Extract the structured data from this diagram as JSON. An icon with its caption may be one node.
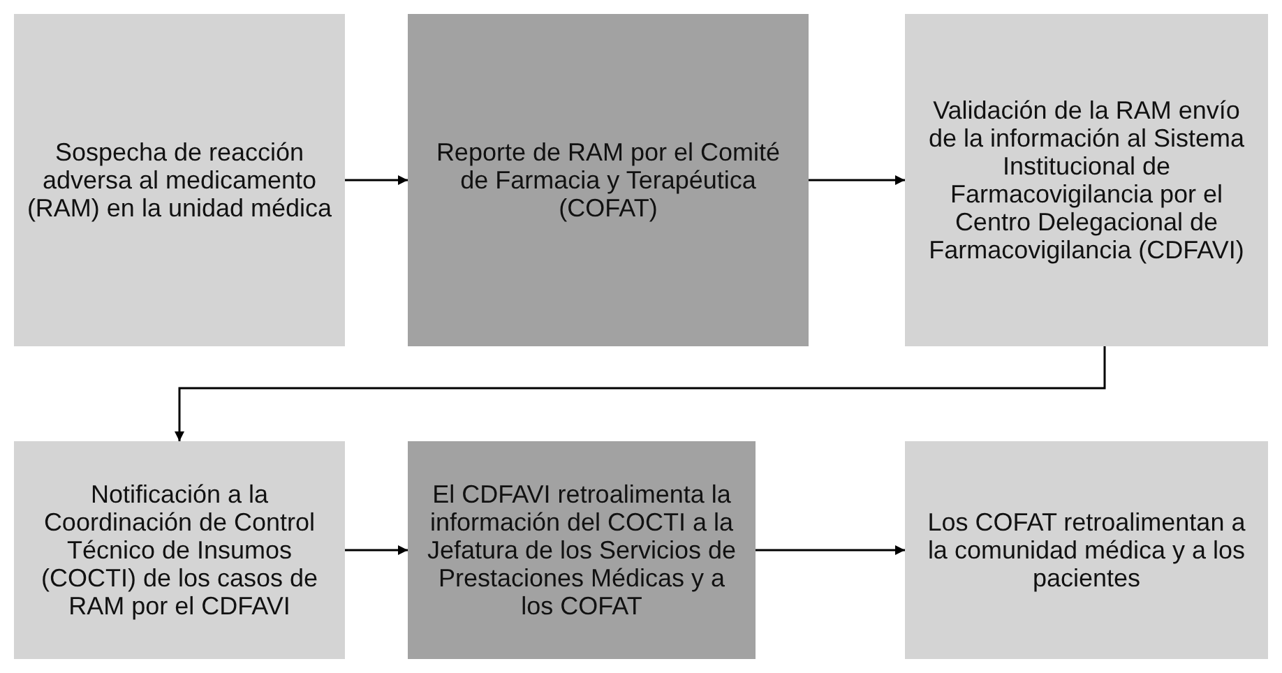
{
  "diagram": {
    "nodes": [
      {
        "text": [
          "Sospecha de reacción adversa al medicamento (RAM) en la unidad médica"
        ]
      },
      {
        "text": [
          "Reporte de RAM por el Comité de Farmacia y Terapéutica (COFAT)"
        ]
      },
      {
        "text": [
          "Validación de la RAM envío de la información al Sistema Institucional de Farmacovigilancia por el Centro Delegacional de Farmacovigilancia (CDFAVI)"
        ]
      },
      {
        "text": [
          "Notificación a la Coordinación de Control Técnico de Insumos (COCTI) de los casos de RAM por el CDFAVI"
        ]
      },
      {
        "text": [
          "El CDFAVI retroalimenta la información del COCTI a la Jefatura de los Servicios de Prestaciones Médicas y a los COFAT"
        ]
      },
      {
        "text": [
          "Los COFAT retroalimentan a la comunidad médica y a los pacientes"
        ]
      }
    ],
    "edges": [
      {
        "from": 0,
        "to": 1,
        "arrow": "to"
      },
      {
        "from": 1,
        "to": 2,
        "arrow": "to"
      },
      {
        "from": 2,
        "to": 3,
        "arrow": "to"
      },
      {
        "from": 3,
        "to": 4,
        "arrow": "to"
      },
      {
        "from": 4,
        "to": 5,
        "arrow": "to"
      }
    ]
  }
}
